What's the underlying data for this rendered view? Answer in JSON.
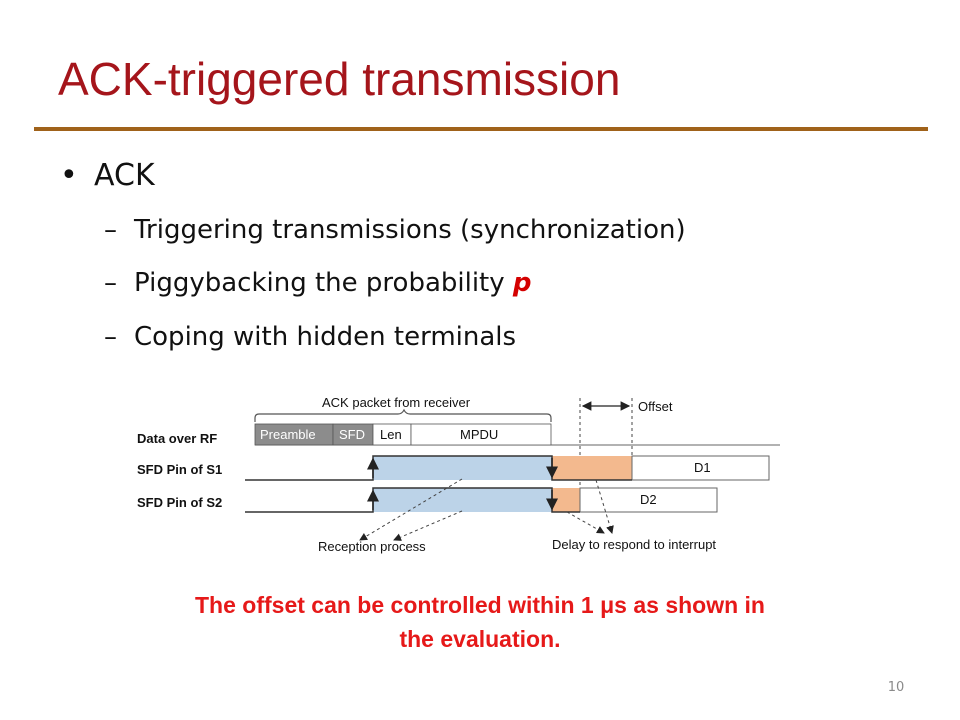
{
  "slide": {
    "title": "ACK-triggered transmission",
    "bullet": "ACK",
    "subitems": [
      "Triggering transmissions (synchronization)",
      "Piggybacking the probability ",
      "Coping with hidden terminals"
    ],
    "probability_symbol": "p",
    "caption_line1": "The offset can be controlled within 1 μs as shown in",
    "caption_line2": "the evaluation.",
    "page_number": "10"
  },
  "diagram": {
    "ack_label": "ACK packet from receiver",
    "offset_label": "Offset",
    "rows": [
      "Data over RF",
      "SFD Pin of S1",
      "SFD Pin of S2"
    ],
    "packet_fields": [
      "Preamble",
      "SFD",
      "Len",
      "MPDU"
    ],
    "d1_label": "D1",
    "d2_label": "D2",
    "reception_label": "Reception process",
    "delay_label": "Delay to respond to interrupt"
  },
  "colors": {
    "title": "#a5151b",
    "rule": "#a0621a",
    "caption": "#e61919",
    "reception_fill": "#bcd3e8",
    "delay_fill": "#f3b98e",
    "preamble_fill": "#8c8c8c"
  }
}
